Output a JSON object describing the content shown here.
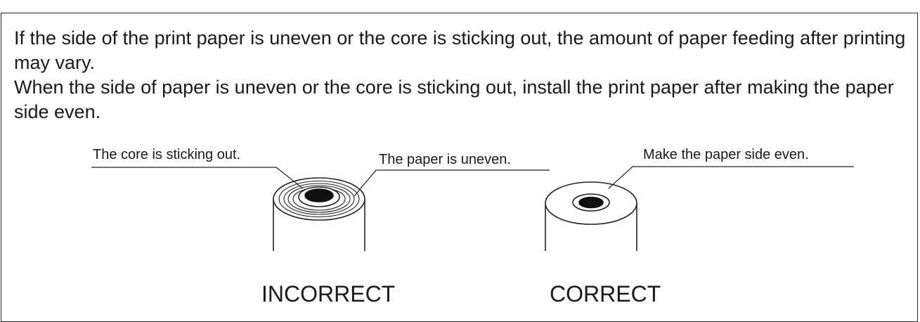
{
  "instructions": {
    "paragraph_1": "If the side of the print paper is uneven or the core is sticking out, the amount of paper feeding after printing may vary.",
    "paragraph_2": "When the side of paper is uneven or the core is sticking out, install the print paper after making the paper side even."
  },
  "illustration": {
    "incorrect": {
      "callout_core": "The core is sticking out.",
      "callout_paper": "The paper is uneven.",
      "caption": "INCORRECT"
    },
    "correct": {
      "callout_even": "Make the paper side even.",
      "caption": "CORRECT"
    }
  }
}
